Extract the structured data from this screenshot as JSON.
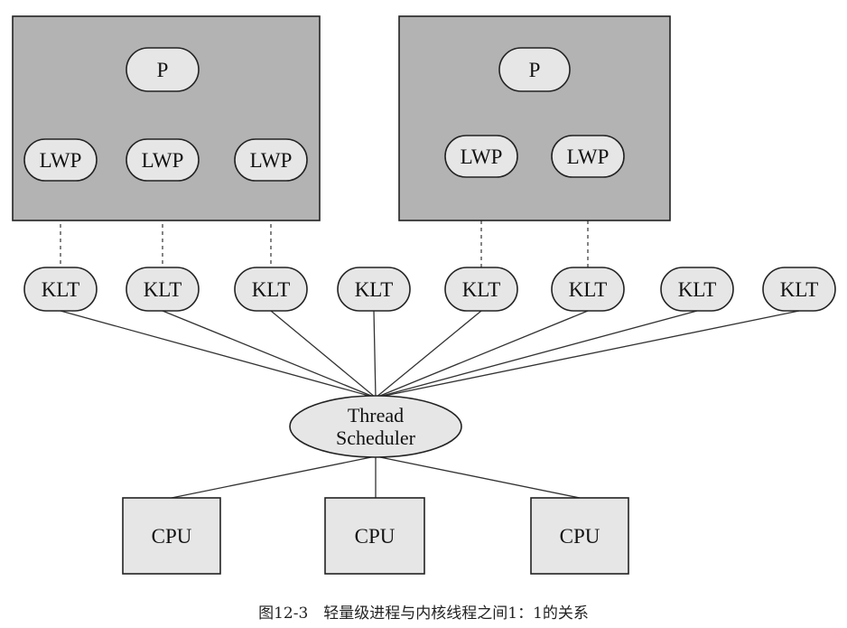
{
  "processes": [
    {
      "root": "P",
      "lwps": [
        "LWP",
        "LWP",
        "LWP"
      ]
    },
    {
      "root": "P",
      "lwps": [
        "LWP",
        "LWP"
      ]
    }
  ],
  "klts": [
    "KLT",
    "KLT",
    "KLT",
    "KLT",
    "KLT",
    "KLT",
    "KLT",
    "KLT"
  ],
  "scheduler": {
    "line1": "Thread",
    "line2": "Scheduler"
  },
  "cpus": [
    "CPU",
    "CPU",
    "CPU"
  ],
  "caption": "图12-3　轻量级进程与内核线程之间1：1的关系",
  "colors": {
    "process_box": "#b3b3b3",
    "node_fill": "#e6e6e6",
    "stroke": "#222222"
  }
}
